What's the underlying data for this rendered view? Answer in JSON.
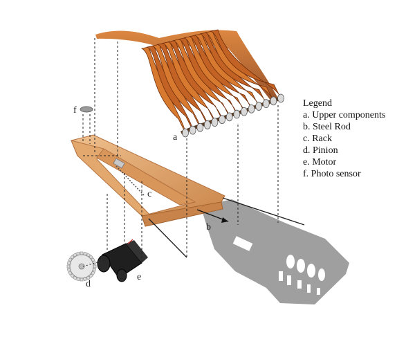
{
  "legend": {
    "title": "Legend",
    "items": [
      {
        "key": "a",
        "label": "a. Upper components"
      },
      {
        "key": "b",
        "label": "b. Steel Rod"
      },
      {
        "key": "c",
        "label": "c. Rack"
      },
      {
        "key": "d",
        "label": "d. Pinion"
      },
      {
        "key": "e",
        "label": "e. Motor"
      },
      {
        "key": "f",
        "label": "f. Photo sensor"
      }
    ]
  },
  "callouts": {
    "a": "a",
    "b": "b",
    "c": "c",
    "d": "d",
    "e": "e",
    "f": "f"
  },
  "colors": {
    "wood_light": "#e6b07a",
    "wood_mid": "#d49258",
    "wood_dark": "#b5703a",
    "fin_orange": "#c9651f",
    "fin_dark": "#7a3410",
    "shadow": "#8a8a8a",
    "metal": "#9a9a9a",
    "motor": "#1e1e1e"
  }
}
